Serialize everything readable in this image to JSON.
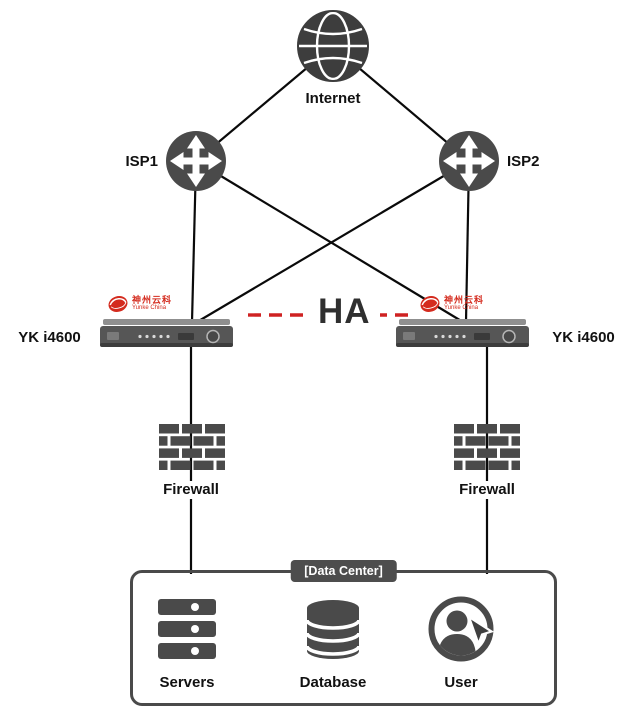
{
  "diagram": {
    "internet": {
      "label": "Internet"
    },
    "isp1": {
      "label": "ISP1"
    },
    "isp2": {
      "label": "ISP2"
    },
    "appliance_left": {
      "label": "YK i4600"
    },
    "appliance_right": {
      "label": "YK i4600"
    },
    "vendor": {
      "name_cn": "神州云科",
      "name_en": "Yunke China"
    },
    "ha": {
      "label": "HA"
    },
    "firewall_left": {
      "label": "Firewall"
    },
    "firewall_right": {
      "label": "Firewall"
    },
    "datacenter": {
      "label": "[Data Center]"
    },
    "servers": {
      "label": "Servers"
    },
    "database": {
      "label": "Database"
    },
    "user": {
      "label": "User"
    }
  },
  "connections": [
    {
      "from": "Internet",
      "to": "ISP1"
    },
    {
      "from": "Internet",
      "to": "ISP2"
    },
    {
      "from": "ISP1",
      "to": "YK i4600 left"
    },
    {
      "from": "ISP1",
      "to": "YK i4600 right"
    },
    {
      "from": "ISP2",
      "to": "YK i4600 left"
    },
    {
      "from": "ISP2",
      "to": "YK i4600 right"
    },
    {
      "from": "YK i4600 left",
      "to": "Firewall left"
    },
    {
      "from": "YK i4600 right",
      "to": "Firewall right"
    },
    {
      "from": "Firewall left",
      "to": "Data Center"
    },
    {
      "from": "Firewall right",
      "to": "Data Center"
    },
    {
      "from": "YK i4600 left",
      "to": "YK i4600 right",
      "type": "HA",
      "style": "dashed-red"
    }
  ],
  "colors": {
    "icon_gray": "#4a4a4a",
    "line_black": "#0a0a0a",
    "ha_red": "#cf2222",
    "logo_red": "#d42b1e",
    "badge_bg": "#4d4d4d"
  }
}
